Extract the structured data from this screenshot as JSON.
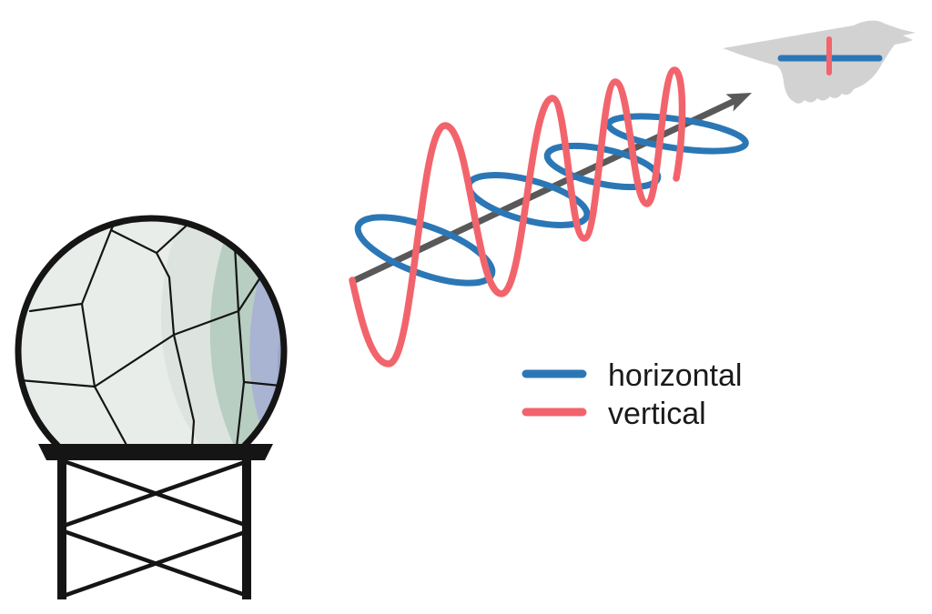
{
  "figure": {
    "background": "#ffffff",
    "legend": {
      "items": [
        {
          "id": "horizontal",
          "label": "horizontal",
          "color": "#2b77b6"
        },
        {
          "id": "vertical",
          "label": "vertical",
          "color": "#f2646c"
        }
      ]
    },
    "colors": {
      "horizontal_wave": "#2b77b6",
      "vertical_wave": "#f2646c",
      "beam_arrow": "#595959",
      "bird": "#d2d2d2",
      "structure": "#151515",
      "dome_shade_1": "#e9ede9",
      "dome_shade_2": "#dde4df",
      "dome_shade_3": "#b8cec2",
      "dome_shade_4": "#a9b4d3",
      "dome_shade_5": "#9aa7ca"
    }
  }
}
